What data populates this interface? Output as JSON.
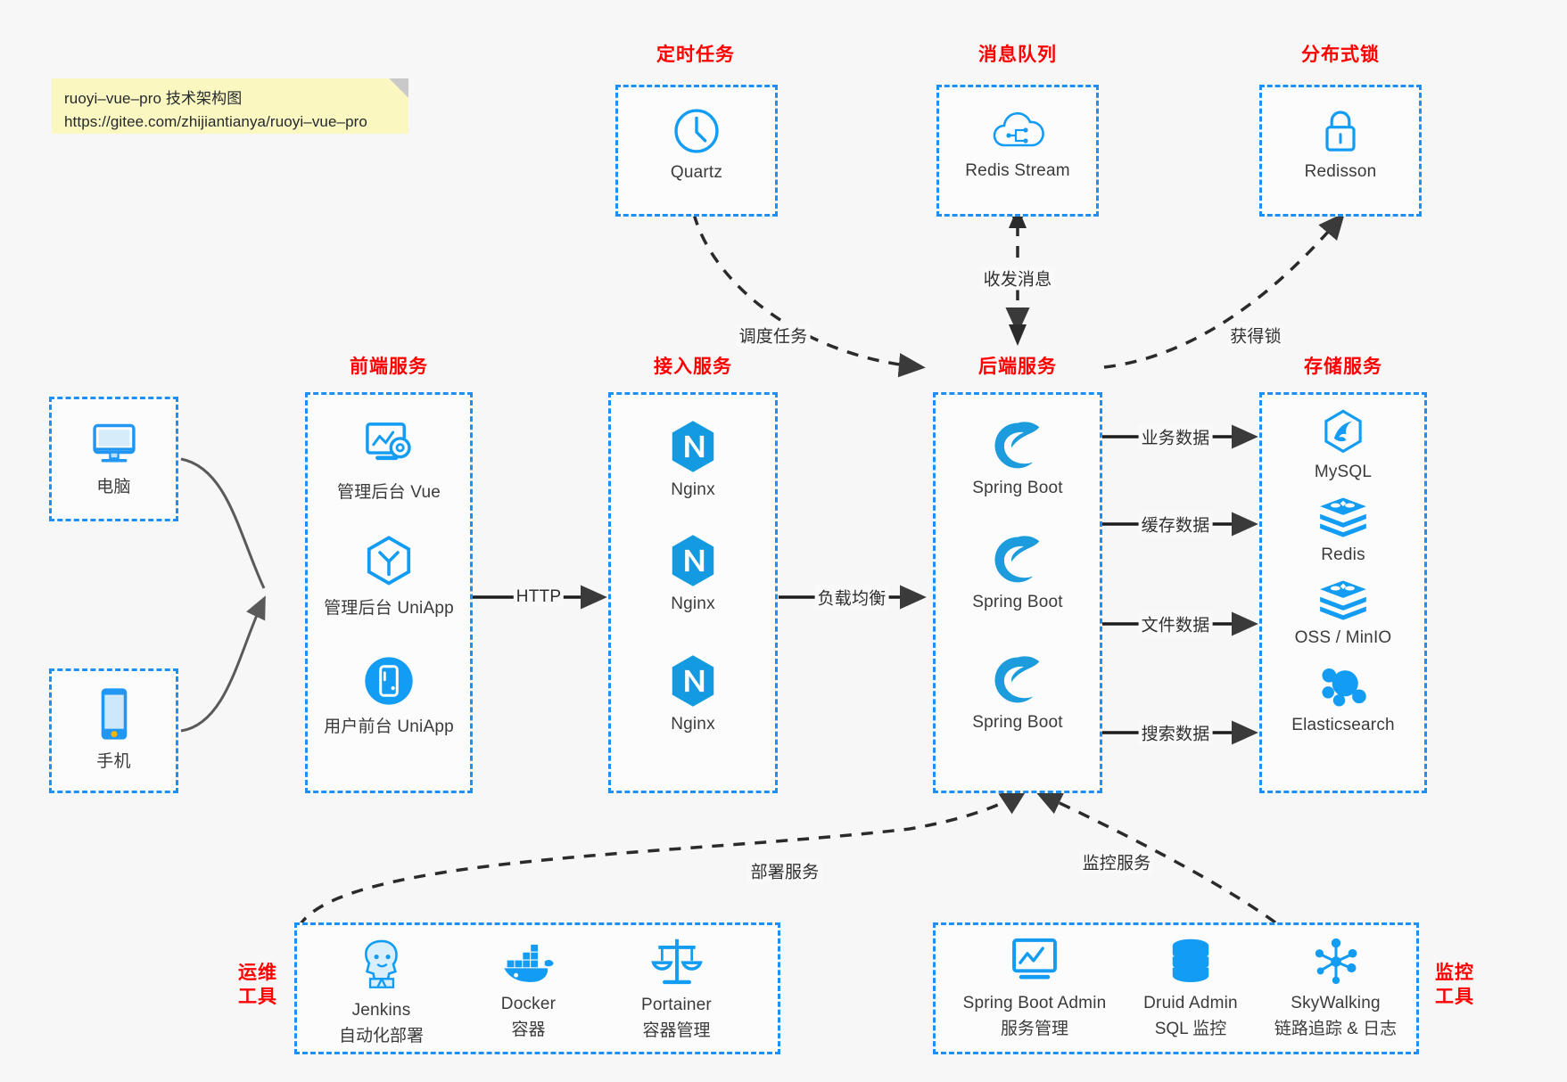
{
  "note": {
    "line1": "ruoyi–vue–pro 技术架构图",
    "line2": "https://gitee.com/zhijiantianya/ruoyi–vue–pro"
  },
  "colors": {
    "box_border": "#1e90f5",
    "title": "#ff0000",
    "icon": "#129cf3",
    "label": "#3b3b3b",
    "background": "#f7f7f7",
    "note_bg": "#fbf7c0"
  },
  "groups": {
    "scheduled_task": {
      "title": "定时任务",
      "nodes": [
        {
          "label": "Quartz",
          "icon": "clock-icon"
        }
      ]
    },
    "message_queue": {
      "title": "消息队列",
      "nodes": [
        {
          "label": "Redis Stream",
          "icon": "cloud-stream-icon"
        }
      ]
    },
    "distributed_lock": {
      "title": "分布式锁",
      "nodes": [
        {
          "label": "Redisson",
          "icon": "lock-icon"
        }
      ]
    },
    "clients": {
      "nodes": [
        {
          "label": "电脑",
          "icon": "desktop-icon"
        },
        {
          "label": "手机",
          "icon": "mobile-icon"
        }
      ]
    },
    "frontend": {
      "title": "前端服务",
      "nodes": [
        {
          "label": "管理后台 Vue",
          "icon": "dashboard-gear-icon"
        },
        {
          "label": "管理后台 UniApp",
          "icon": "hexagon-y-icon"
        },
        {
          "label": "用户前台 UniApp",
          "icon": "mobile-circle-icon"
        }
      ]
    },
    "gateway": {
      "title": "接入服务",
      "nodes": [
        {
          "label": "Nginx",
          "icon": "nginx-icon"
        },
        {
          "label": "Nginx",
          "icon": "nginx-icon"
        },
        {
          "label": "Nginx",
          "icon": "nginx-icon"
        }
      ]
    },
    "backend": {
      "title": "后端服务",
      "nodes": [
        {
          "label": "Spring Boot",
          "icon": "spring-icon"
        },
        {
          "label": "Spring Boot",
          "icon": "spring-icon"
        },
        {
          "label": "Spring Boot",
          "icon": "spring-icon"
        }
      ]
    },
    "storage": {
      "title": "存储服务",
      "nodes": [
        {
          "label": "MySQL",
          "icon": "mysql-icon"
        },
        {
          "label": "Redis",
          "icon": "redis-icon"
        },
        {
          "label": "OSS / MinIO",
          "icon": "redis-icon"
        },
        {
          "label": "Elasticsearch",
          "icon": "elasticsearch-icon"
        }
      ]
    },
    "devops": {
      "title_line1": "运维",
      "title_line2": "工具",
      "nodes": [
        {
          "label": "Jenkins",
          "sub": "自动化部署",
          "icon": "jenkins-icon"
        },
        {
          "label": "Docker",
          "sub": "容器",
          "icon": "docker-icon"
        },
        {
          "label": "Portainer",
          "sub": "容器管理",
          "icon": "scales-icon"
        }
      ]
    },
    "monitoring": {
      "title_line1": "监控",
      "title_line2": "工具",
      "nodes": [
        {
          "label": "Spring Boot Admin",
          "sub": "服务管理",
          "icon": "monitor-chart-icon"
        },
        {
          "label": "Druid Admin",
          "sub": "SQL 监控",
          "icon": "database-icon"
        },
        {
          "label": "SkyWalking",
          "sub": "链路追踪 & 日志",
          "icon": "skywalking-icon"
        }
      ]
    }
  },
  "edges": [
    {
      "id": "http",
      "label": "HTTP",
      "from": "frontend",
      "to": "gateway"
    },
    {
      "id": "lb",
      "label": "负载均衡",
      "from": "gateway",
      "to": "backend"
    },
    {
      "id": "biz-data",
      "label": "业务数据",
      "from": "backend",
      "to": "mysql"
    },
    {
      "id": "cache-data",
      "label": "缓存数据",
      "from": "backend",
      "to": "redis"
    },
    {
      "id": "file-data",
      "label": "文件数据",
      "from": "backend",
      "to": "oss"
    },
    {
      "id": "search-data",
      "label": "搜索数据",
      "from": "backend",
      "to": "elasticsearch"
    },
    {
      "id": "schedule",
      "label": "调度任务",
      "from": "quartz",
      "to": "backend"
    },
    {
      "id": "mq",
      "label": "收发消息",
      "from": "redis-stream",
      "to": "backend"
    },
    {
      "id": "lock",
      "label": "获得锁",
      "from": "backend",
      "to": "redisson"
    },
    {
      "id": "deploy",
      "label": "部署服务",
      "from": "devops",
      "to": "backend"
    },
    {
      "id": "monitor",
      "label": "监控服务",
      "from": "monitoring",
      "to": "backend"
    }
  ]
}
